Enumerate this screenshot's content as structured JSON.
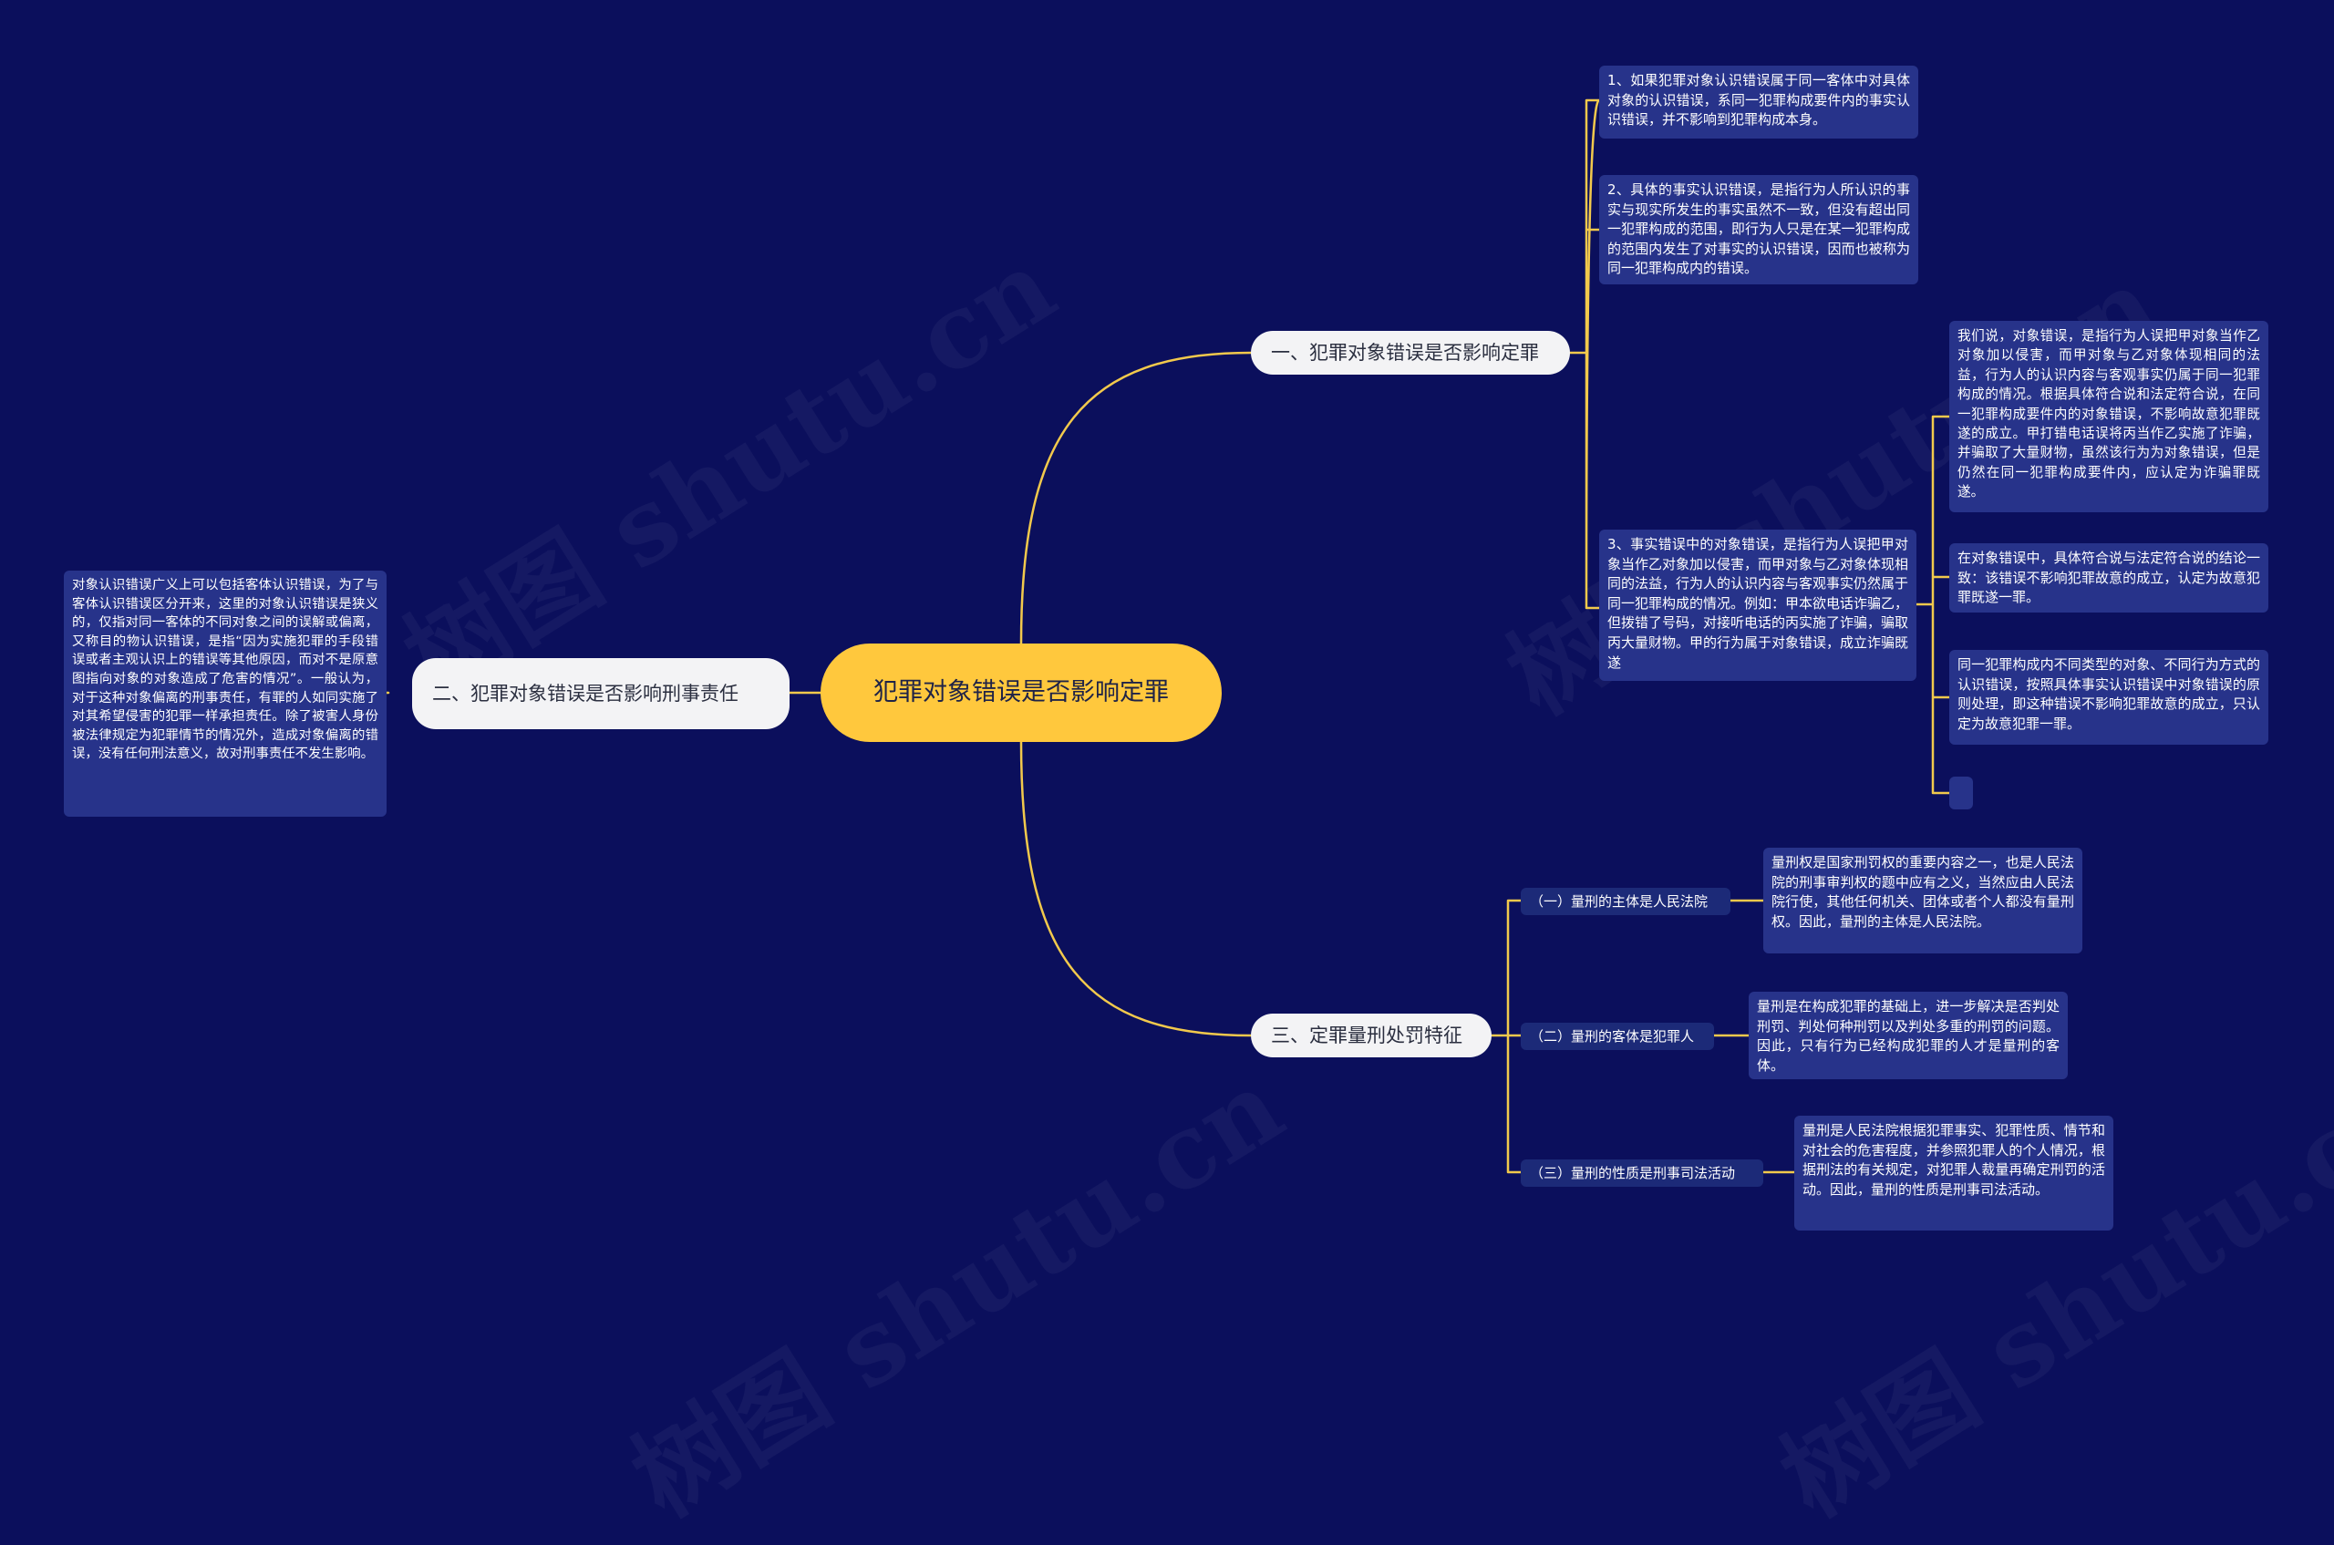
{
  "watermark": "树图 shutu.cn",
  "colors": {
    "background": "#0b0f5c",
    "root": "#ffc83d",
    "branch": "#f3f3f5",
    "connector": "#f2c94c",
    "note": "#27338a",
    "sub": "#1c2a78"
  },
  "root": "犯罪对象错误是否影响定罪",
  "branch1": {
    "label": "一、犯罪对象错误是否影响定罪",
    "notes": [
      "1、如果犯罪对象认识错误属于同一客体中对具体对象的认识错误，系同一犯罪构成要件内的事实认识错误，并不影响到犯罪构成本身。",
      "2、具体的事实认识错误，是指行为人所认识的事实与现实所发生的事实虽然不一致，但没有超出同一犯罪构成的范围，即行为人只是在某一犯罪构成的范围内发生了对事实的认识错误，因而也被称为同一犯罪构成内的错误。",
      "3、事实错误中的对象错误，是指行为人误把甲对象当作乙对象加以侵害，而甲对象与乙对象体现相同的法益，行为人的认识内容与客观事实仍然属于同一犯罪构成的情况。例如：甲本欲电话诈骗乙，但拨错了号码，对接听电话的丙实施了诈骗，骗取丙大量财物。甲的行为属于对象错误，成立诈骗既遂"
    ],
    "sub_notes": [
      "我们说，对象错误，是指行为人误把甲对象当作乙对象加以侵害，而甲对象与乙对象体现相同的法益，行为人的认识内容与客观事实仍属于同一犯罪构成的情况。根据具体符合说和法定符合说，在同一犯罪构成要件内的对象错误，不影响故意犯罪既遂的成立。甲打错电话误将丙当作乙实施了诈骗，并骗取了大量财物，虽然该行为为对象错误，但是仍然在同一犯罪构成要件内，应认定为诈骗罪既遂。",
      "在对象错误中，具体符合说与法定符合说的结论一致：该错误不影响犯罪故意的成立，认定为故意犯罪既遂一罪。",
      "同一犯罪构成内不同类型的对象、不同行为方式的认识错误，按照具体事实认识错误中对象错误的原则处理，即这种错误不影响犯罪故意的成立，只认定为故意犯罪一罪。",
      ""
    ]
  },
  "branch2": {
    "label": "二、犯罪对象错误是否影响刑事责任",
    "note": "对象认识错误广义上可以包括客体认识错误，为了与客体认识错误区分开来，这里的对象认识错误是狭义的，仅指对同一客体的不同对象之间的误解或偏离，又称目的物认识错误，是指“因为实施犯罪的手段错误或者主观认识上的错误等其他原因，而对不是原意图指向对象的对象造成了危害的情况”。一般认为，对于这种对象偏离的刑事责任，有罪的人如同实施了对其希望侵害的犯罪一样承担责任。除了被害人身份被法律规定为犯罪情节的情况外，造成对象偏离的错误，没有任何刑法意义，故对刑事责任不发生影响。"
  },
  "branch3": {
    "label": "三、定罪量刑处罚特征",
    "items": [
      {
        "label": "（一）量刑的主体是人民法院",
        "note": "量刑权是国家刑罚权的重要内容之一，也是人民法院的刑事审判权的题中应有之义，当然应由人民法院行使，其他任何机关、团体或者个人都没有量刑权。因此，量刑的主体是人民法院。"
      },
      {
        "label": "（二）量刑的客体是犯罪人",
        "note": "量刑是在构成犯罪的基础上，进一步解决是否判处刑罚、判处何种刑罚以及判处多重的刑罚的问题。因此，只有行为已经构成犯罪的人才是量刑的客体。"
      },
      {
        "label": "（三）量刑的性质是刑事司法活动",
        "note": "量刑是人民法院根据犯罪事实、犯罪性质、情节和对社会的危害程度，并参照犯罪人的个人情况，根据刑法的有关规定，对犯罪人裁量再确定刑罚的活动。因此，量刑的性质是刑事司法活动。"
      }
    ]
  }
}
